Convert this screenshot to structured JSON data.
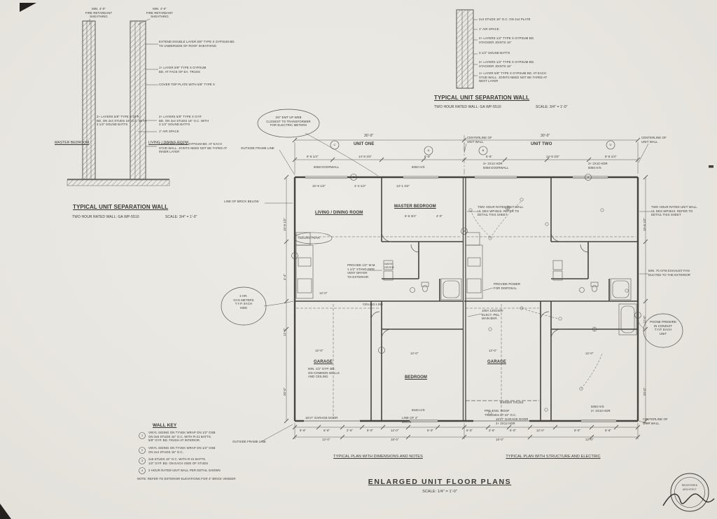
{
  "sheet": {
    "bg": "#e9e7e1",
    "ink": "#3b3a35"
  },
  "detail_left": {
    "fire_note_1": "MIN. 4'-0\"\nFIRE RETARDANT\nSHEATHING",
    "fire_note_2": "MIN. 4'-0\"\nFIRE RETARDANT\nSHEATHING",
    "note_extend": "EXTEND DOUBLE LAYER 5/8\" TYPE X GYPSUM BD.\nTO UNDERSIDE OF ROOF SHEATHING",
    "note_truss": "1+ LAYER 5/8\" TYPE X GYPSUM\nBD. AT FACE OF EA. TRUSS",
    "note_plate": "COVER TOP PLATE WITH 5/8\" TYPE X",
    "note_layers_mid": "2+ LAYERS 5/8\" TYPE X GYP.\nBD. ON 2x4 STUDS 16\" O.C. WITH\n3 1/2\" SOUND BATTS",
    "note_layers_right": "2+ LAYERS 5/8\" TYPE X GYP.\nBD. ON 2x4 STUDS 16\" O.C. WITH\n3 1/2\" SOUND BATTS",
    "note_air": "1\" AIR SPACE",
    "note_inner": "LAYER 5/8\" TYPE X GYPSUM BD. AT EACH\nSTUD WALL. JOINTS NEED NOT BE TAPED AT\nINNER LAYER",
    "room_left": "MASTER BEDROOM",
    "room_right": "LIVING / DINING ROOM",
    "title": "TYPICAL UNIT SEPARATION WALL",
    "rating": "TWO HOUR RATED WALL: GA WP-5510",
    "scale": "SCALE: 3/4\" = 1'-0\""
  },
  "detail_right": {
    "note_studs": "2x4 STUDS 16\" O.C. ON 2x4 PLATE",
    "note_air": "1\" AIR SPACE",
    "note_layers_a": "2+ LAYERS 1/2\" TYPE X GYPSUM BD.\nSTAGGER JOINTS 16\"",
    "note_batts": "3 1/2\" SOUND BATTS",
    "note_layers_b": "2+ LAYERS 1/2\" TYPE X GYPSUM BD.\nSTAGGER JOINTS 16\"",
    "note_inner": "1+ LAYER 5/8\" TYPE X GYPSUM BD. AT EACH\nSTUD WALL. JOINTS NEED NOT BE TAPED AT\nNEXT LAYER",
    "title": "TYPICAL UNIT SEPARATION WALL",
    "rating": "TWO HOUR RATED WALL: GA WP-5510",
    "scale": "SCALE: 3/4\" = 1'-0\""
  },
  "plan": {
    "unit_one": "UNIT ONE",
    "unit_two": "UNIT TWO",
    "dim_total_left": "30'-0\"",
    "dim_total_right": "30'-0\"",
    "top_dims_left": [
      "8'-8 1/4\"",
      "14'-8 3/4\"",
      "6'-6\""
    ],
    "top_dims_right": [
      "6'-6\"",
      "14'-8 3/4\"",
      "8'-8 1/4\""
    ],
    "head_left_a": "6068 DOORWALL",
    "head_left_b": "5050 H/S",
    "head_right_a": "3+ 2X12 HDR\n6068 DOORWALL",
    "head_right_b": "3+ 2X10 HDR\n5050 H/S",
    "centerline": "CENTERLINE OF\nUNIT WALL",
    "outside_frame": "OUTSIDE FRAME LINE",
    "brick_below": "LINE OF BRICK BELOW",
    "rooms": {
      "living": "LIVING / DINING ROOM",
      "master": "MASTER BEDROOM",
      "garage": "GARAGE",
      "bedroom": "BEDROOM"
    },
    "ceiling_peak": "CEILING PEAK",
    "ceiling_line": "CEILING LINE",
    "wash_dryer": "WASH\nDRYER",
    "note_standpipe": "PROVIDE 1/2\" W.M.\n1 1/2\" STAND PIPE\nVENT DRYER\nTO EXTERIOR",
    "note_two_hour": "TWO HOUR RATED UNIT WALL\nUL DES WP3510. REFER TO\nDETAIL THIS SHEET",
    "note_disposal": "PROVIDE POWER\nFOR DISPOSAL",
    "note_exhaust": "MIN. 70 CFM EXHAUST FAN\nDUCTED TO THE EXTERIOR",
    "note_panel": "100A 120/240V\nELECT. PNL.\nMAIN BKR.",
    "note_garage_gyp": "MIN. 1/2\" GYP. BD.\nON COMMON WALLS\nAND CEILING",
    "oval_gas": "2 HR.\nGAS METERS\nT.Y.P. EACH\nSIDE",
    "oval_conduit": "3/4\" EMT UP WEB\nCLOSEST TO TRANSFORMER\nFOR ELECTRIC METERS",
    "oval_phone": "PHONE PREWIRE\nIN CONDUIT\nT.Y.P. EACH\nUNIT",
    "girder": "GIRDER TRUSS",
    "trusses": "PRE-ENG. ROOF\nTRUSSES AT 24\" O.C.",
    "garage_door_1": "16'x7' GARAGE DOOR",
    "garage_door_2": "16'x7' GARAGE DOOR\n2+ 2X12 HDR",
    "hs_5040": "5040 H/S",
    "hs_5060": "5060 H/S\n2+ 2X10 HDR",
    "brick_4": "LINE OF 4\"\nBRICK",
    "bottom_dims_left": [
      "6'-6\"",
      "6'-6\"",
      "2'-6\"",
      "6'-0\"",
      "12'-0\"",
      "6'-0\""
    ],
    "bottom_dims_right": [
      "6'-0\"",
      "2'-6\"",
      "6'-0\"",
      "12'-0\"",
      "6'-0\"",
      "6'-6\""
    ],
    "bottom_dims2": [
      "12'-0\"",
      "18'-0\"",
      "18'-0\"",
      "12'-0\""
    ],
    "side_dims_left": [
      "15'-8 1/2\"",
      "4'-4\"",
      "12'-0\"",
      "20'-0\""
    ],
    "side_dims_right": [
      "15'-8 1/2\"",
      "12'-0\"",
      "20'-0\""
    ],
    "interior_dims": [
      "15'-8 1/2\"",
      "4'-3 1/2\"",
      "13'-1 3/4\"",
      "6'-8 3/4\"",
      "4'-0\"",
      "12'-0\"",
      "12'-0\"",
      "12'-0\"",
      "12'-0\"",
      "12'-0\""
    ],
    "bubbles": [
      "C",
      "A",
      "B",
      "D"
    ],
    "key_refs": [
      "1",
      "2",
      "3",
      "4"
    ]
  },
  "captions": {
    "left": "TYPICAL PLAN WITH DIMENSIONS AND NOTES",
    "right": "TYPICAL PLAN WITH STRUCTURE AND ELECTRIC"
  },
  "wall_key": {
    "title": "WALL KEY",
    "items": [
      {
        "num": "1",
        "text": "VINYL SIDING ON TYVEK WRAP ON 1/2\" OSB\nON 2x6 STUDS 16\" O.C. WITH R-21 BATTS.\n5/8\" GYP. BD. FINISH AT INTERIOR."
      },
      {
        "num": "2",
        "text": "VINYL SIDING ON TYVEK WRAP ON 1/2\" OSB\nON 2x4 STUDS 16\" O.C."
      },
      {
        "num": "3",
        "text": "2x6 STUDS 16\" O.C. WITH R-21 BATTS.\n1/2\" GYP. BD. ON EACH SIDE OF STUDS"
      },
      {
        "num": "4",
        "text": "2 HOUR RATED UNIT WALL PER DETAIL SHOWN"
      }
    ],
    "note": "NOTE: REFER TO EXTERIOR ELEVATIONS FOR 4\" BRICK VENEER"
  },
  "titleblock": {
    "title": "ENLARGED UNIT FLOOR PLANS",
    "scale": "SCALE: 1/4\" = 1'-0\""
  },
  "seal": {
    "line1": "REGISTERED",
    "line2": "ARCHITECT"
  }
}
